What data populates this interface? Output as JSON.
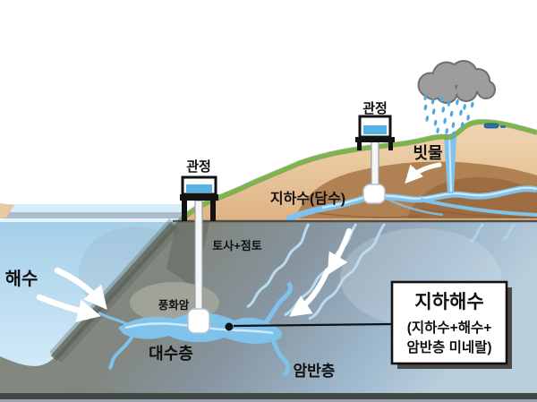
{
  "labels": {
    "well_left": "관정",
    "well_right": "관정",
    "rainwater": "빗물",
    "groundwater_fresh": "지하수(담수)",
    "soil_clay": "토사+점토",
    "seawater": "해수",
    "weathered_rock": "풍화암",
    "aquifer": "대수층",
    "bedrock": "암반층"
  },
  "callout": {
    "title": "지하해수",
    "line1": "(지하수+해수+",
    "line2": "암반층 미네랄)"
  },
  "colors": {
    "sea_band_top": "#d6ecf8",
    "sea_band_gray": "#a9bfcf",
    "sea_band_white": "#eef8fd",
    "sea_body_top": "#9fcbe6",
    "sea_body_bottom": "#d2eaf8",
    "beach_tan": "#e8c9a0",
    "hill_top": "#efd7b2",
    "hill_bottom": "#dfb384",
    "turf_green": "#79b845",
    "subsoil_brown": "#b08153",
    "subsoil_dark": "#9a6a3e",
    "rock_gray": "#84887d",
    "rock_shadow": "#5c6157",
    "bedrock_blue": "#9db7cc",
    "bedrock_light": "#b9cfdd",
    "weathered_patch": "#a9ac9f",
    "stream_blue": "#7fc3ec",
    "stream_core": "#cfe9f7",
    "bedrock_stream": "#b9dcf2",
    "rain_blue": "#4fa9de",
    "cloud_gray": "#9d9d9d",
    "cloud_outline": "#6e6e6e",
    "pond_blue": "#2e6fae",
    "well_water": "#57b2e4",
    "well_black": "#121212",
    "pipe_white": "#f4f6f8",
    "arrow_white": "#ffffff",
    "callout_bg": "#ffffff",
    "callout_border": "#111111",
    "callout_shadow": "#4a4a4a",
    "sealevel_line": "#3c3c3c",
    "bottom_bar": "#414843",
    "bottom_edge": "#9aa4b0"
  },
  "icons": {
    "rain-cloud-icon": "gray bumpy cloud of circles",
    "rain-drops-icon": "small blue droplet ellipses",
    "flow-arrow-icon": "thick white curved arrow",
    "leader-dot-icon": "black filled dot"
  }
}
